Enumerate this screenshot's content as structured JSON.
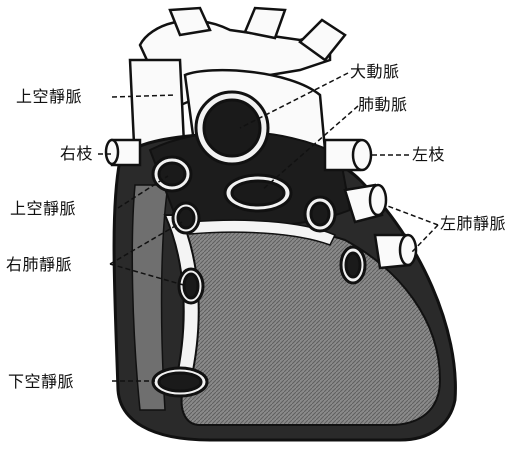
{
  "labels": {
    "superior_vena_cava_top": "上空靜脈",
    "aorta": "大動脈",
    "pulmonary_artery": "肺動脈",
    "right_branch": "右枝",
    "left_branch": "左枝",
    "superior_vena_cava_opening": "上空靜脈",
    "left_pulmonary_veins": "左肺靜脈",
    "right_pulmonary_veins": "右肺靜脈",
    "inferior_vena_cava": "下空靜脈"
  },
  "colors": {
    "ink": "#111111",
    "dark_fill": "#2a2a2a",
    "mid_fill": "#7a7a7a",
    "light_fill": "#f4f4f4",
    "paper": "#ffffff"
  }
}
